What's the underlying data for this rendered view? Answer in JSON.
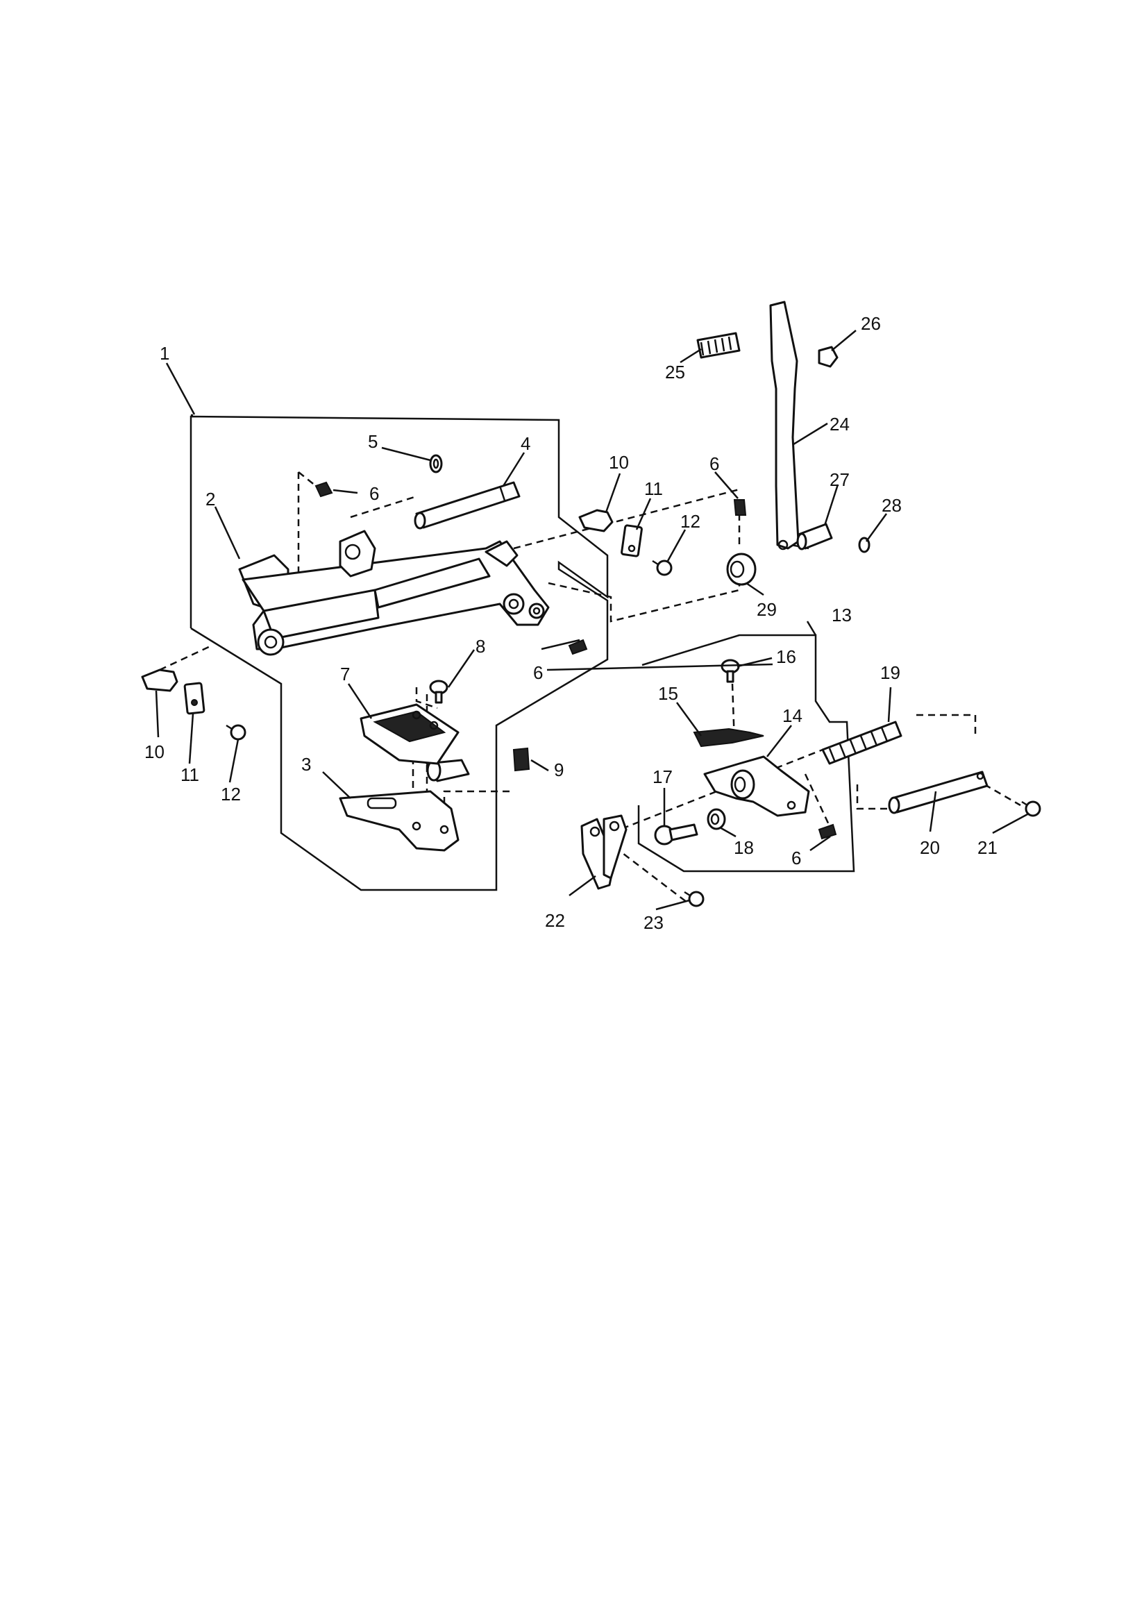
{
  "labels": [
    "1",
    "2",
    "3",
    "4",
    "5",
    "6",
    "6",
    "6",
    "6",
    "7",
    "8",
    "9",
    "10",
    "10",
    "11",
    "11",
    "12",
    "12",
    "13",
    "14",
    "15",
    "16",
    "17",
    "18",
    "19",
    "20",
    "21",
    "22",
    "23",
    "24",
    "25",
    "26",
    "27",
    "28",
    "29"
  ]
}
